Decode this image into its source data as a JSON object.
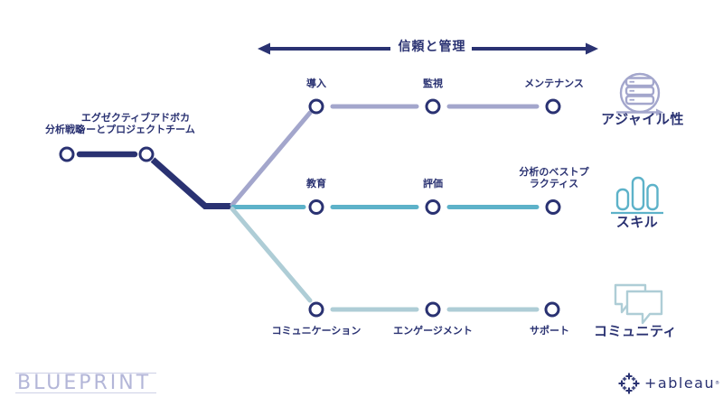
{
  "colors": {
    "navy": "#2a3272",
    "purple": "#a3a6cc",
    "teal": "#5db2c9",
    "light_teal": "#aecdd6",
    "wordmark": "#b3b6d8"
  },
  "header": {
    "title": "信頼と管理"
  },
  "start_nodes": {
    "node1_label": "分析戦略",
    "node2_lines": [
      "エグゼクティブアドボカ",
      "シーとプロジェクトチーム"
    ]
  },
  "rows": {
    "agility": {
      "nodes": [
        "導入",
        "監視",
        "メンテナンス"
      ],
      "category": "アジャイル性"
    },
    "skills": {
      "nodes": [
        "教育",
        "評価"
      ],
      "node3_lines": [
        "分析のベストプ",
        "ラクティス"
      ],
      "category": "スキル"
    },
    "community": {
      "nodes": [
        "コミュニケーション",
        "エンゲージメント",
        "サポート"
      ],
      "category": "コミュニティ"
    }
  },
  "footer": {
    "wordmark": "BLUEPRINT",
    "logo_text": "+ableau",
    "trademark": "®"
  }
}
